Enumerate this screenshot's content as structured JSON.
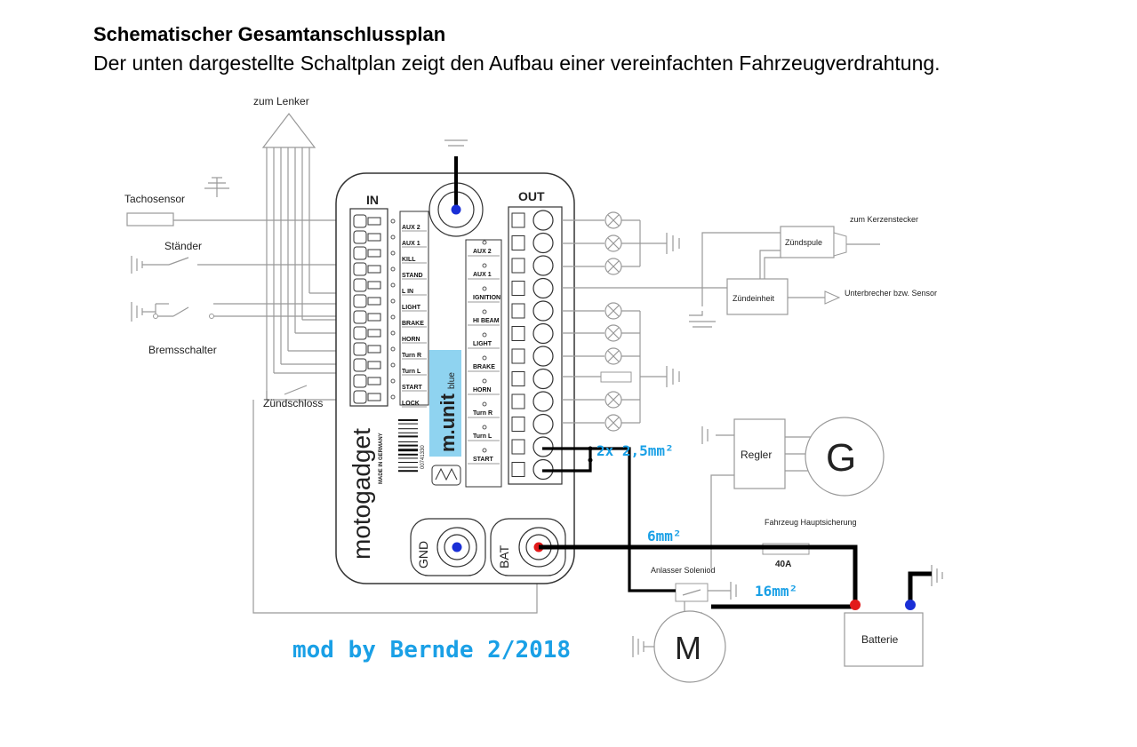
{
  "header": {
    "title": "Schematischer Gesamtanschlussplan",
    "subtitle": "Der unten dargestellte Schaltplan zeigt den Aufbau einer vereinfachten Fahrzeugverdrahtung."
  },
  "left_labels": {
    "handlebar": "zum Lenker",
    "speedo": "Tachosensor",
    "stand": "Ständer",
    "brake": "Bremsschalter",
    "ignition_lock": "Zündschloss"
  },
  "unit": {
    "in_header": "IN",
    "out_header": "OUT",
    "in_pins": [
      "AUX 2",
      "AUX 1",
      "KILL",
      "STAND",
      "L IN",
      "LIGHT",
      "BRAKE",
      "HORN",
      "Turn R",
      "Turn L",
      "START",
      "LOCK"
    ],
    "out_pins": [
      "AUX 2",
      "AUX 1",
      "IGNITION",
      "HI BEAM",
      "LIGHT",
      "BRAKE",
      "HORN",
      "Turn R",
      "Turn L",
      "START"
    ],
    "brand": "motogadget",
    "made_in": "MADE IN GERMANY",
    "model": "m.unit",
    "model_suffix": "blue",
    "serial": "00741330",
    "gnd_label": "GND",
    "bat_label": "BAT"
  },
  "right_labels": {
    "spark_plug": "zum Kerzenstecker",
    "ignition_coil": "Zündspule",
    "ignition_unit": "Zündeinheit",
    "breaker": "Unterbrecher bzw. Sensor",
    "regulator": "Regler",
    "generator": "G",
    "fuse_title": "Fahrzeug Hauptsicherung",
    "fuse_value": "40A",
    "solenoid": "Anlasser Soleniod",
    "motor": "M",
    "battery": "Batterie"
  },
  "annotations": {
    "wire_start": "2x 2,5mm²",
    "wire_bat": "6mm²",
    "wire_main": "16mm²",
    "credit": "mod by Bernde  2/2018"
  },
  "colors": {
    "annotation_blue": "#1aa0e6",
    "terminal_blue": "#1a2fd6",
    "terminal_red": "#e21a1a",
    "logo_box": "#8fd3f0"
  }
}
